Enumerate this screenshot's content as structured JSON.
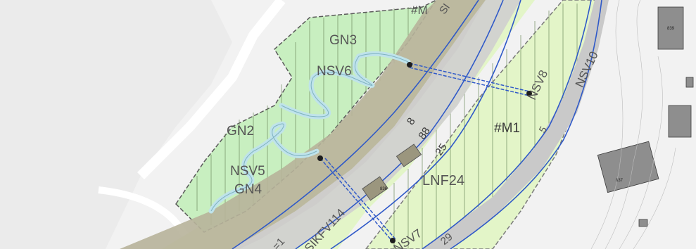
{
  "map": {
    "zones": {
      "gn3": "GN3",
      "gn2": "GN2",
      "gn4": "GN4",
      "nsv5": "NSV5",
      "nsv6": "NSV6",
      "nsv7": "NSV7",
      "nsv8": "NSV8",
      "nsv10": "NSV10",
      "m1_top": "#M",
      "m1": "#M1",
      "lnf24": "LNF24",
      "road_label": "SIKFV114",
      "road_label_2": "29",
      "road_label_3": "SI",
      "road_label_4": "5",
      "road_label_5": "=1",
      "station_8": "8",
      "station_88": "88",
      "station_25": "25"
    },
    "buildings": {
      "b839": "839",
      "b837": "837",
      "b836": "836"
    },
    "colors": {
      "background": "#f2f2f2",
      "green_zone": "#c8efc0",
      "yellow_green_zone": "#e3f5c8",
      "road_corridor": "#b7b29a",
      "road_surface": "#cfcfcf",
      "blue_line": "#2f59c8",
      "water": "#bfe3ea",
      "building": "#8e8e8e"
    }
  }
}
